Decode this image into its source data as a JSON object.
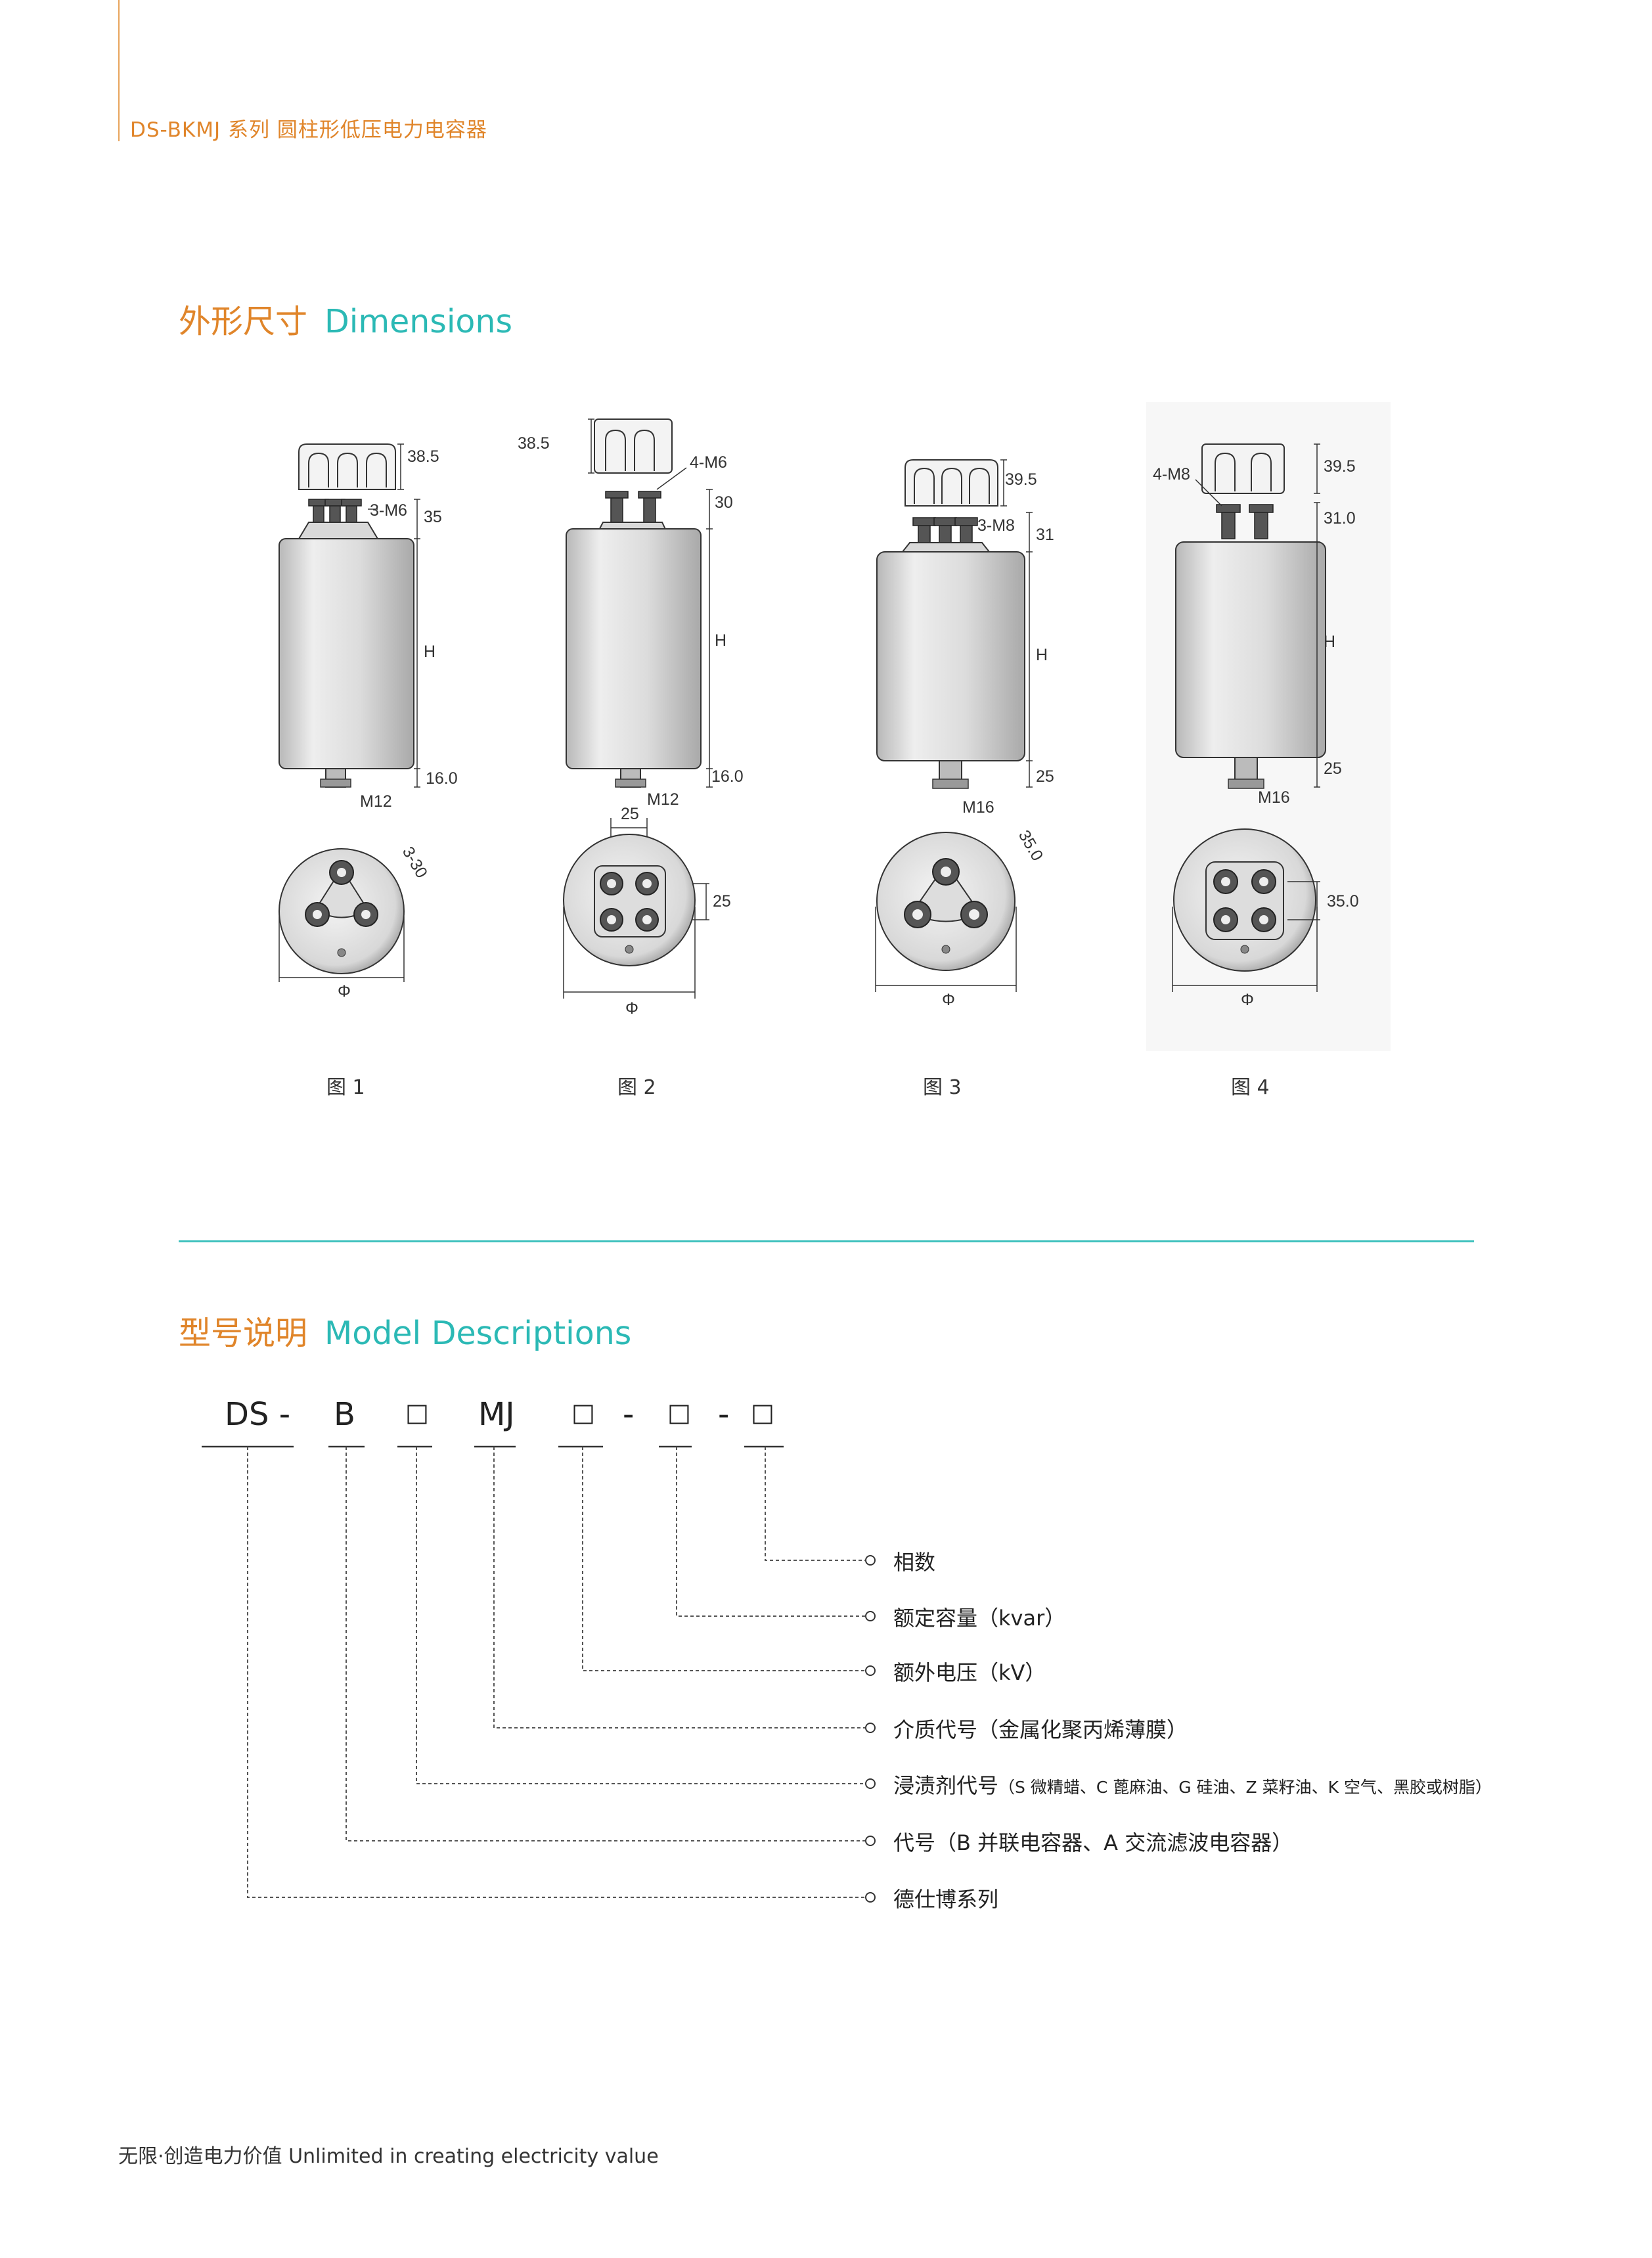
{
  "header": {
    "title": "DS-BKMJ 系列  圆柱形低压电力电容器"
  },
  "dimensions": {
    "title_cn": "外形尺寸",
    "title_en": "Dimensions"
  },
  "figures": [
    {
      "caption": "图 1",
      "top_h": "38.5",
      "terminal": "3-M6",
      "term_h": "35",
      "body_h": "H",
      "bottom_h": "16.0",
      "stud": "M12",
      "bottom_note": "3-30",
      "diameter": "Φ"
    },
    {
      "caption": "图 2",
      "top_h": "38.5",
      "terminal": "4-M6",
      "term_h": "30",
      "body_h": "H",
      "bottom_h": "16.0",
      "stud": "M12",
      "spacing_top": "25",
      "spacing_side": "25",
      "diameter": "Φ"
    },
    {
      "caption": "图 3",
      "top_h": "39.5",
      "terminal": "3-M8",
      "term_h": "31",
      "body_h": "H",
      "bottom_h": "25",
      "stud": "M16",
      "bottom_note": "35.0",
      "diameter": "Φ"
    },
    {
      "caption": "图 4",
      "top_h": "39.5",
      "terminal": "4-M8",
      "term_h": "31.0",
      "body_h": "H",
      "bottom_h": "25",
      "stud": "M16",
      "spacing_side": "35.0",
      "diameter": "Φ"
    }
  ],
  "model": {
    "title_cn": "型号说明",
    "title_en": "Model Descriptions",
    "code": [
      "DS -",
      "B",
      "□",
      "MJ",
      "□",
      "-",
      "□",
      "-",
      "□"
    ],
    "descriptions": [
      {
        "text": "相数"
      },
      {
        "text": "额定容量（kvar）"
      },
      {
        "text": "额外电压（kV）"
      },
      {
        "text": "介质代号（金属化聚丙烯薄膜）"
      },
      {
        "text": "浸渍剂代号",
        "note": "（S 微精蜡、C 蓖麻油、G 硅油、Z 菜籽油、K 空气、黑胶或树脂）"
      },
      {
        "text": "代号（B 并联电容器、A 交流滤波电容器）"
      },
      {
        "text": "德仕博系列"
      }
    ]
  },
  "footer": {
    "text": "无限·创造电力价值  Unlimited in creating electricity value"
  },
  "colors": {
    "orange": "#e0852a",
    "teal": "#2bb9b5",
    "line": "#3fc1bd"
  }
}
